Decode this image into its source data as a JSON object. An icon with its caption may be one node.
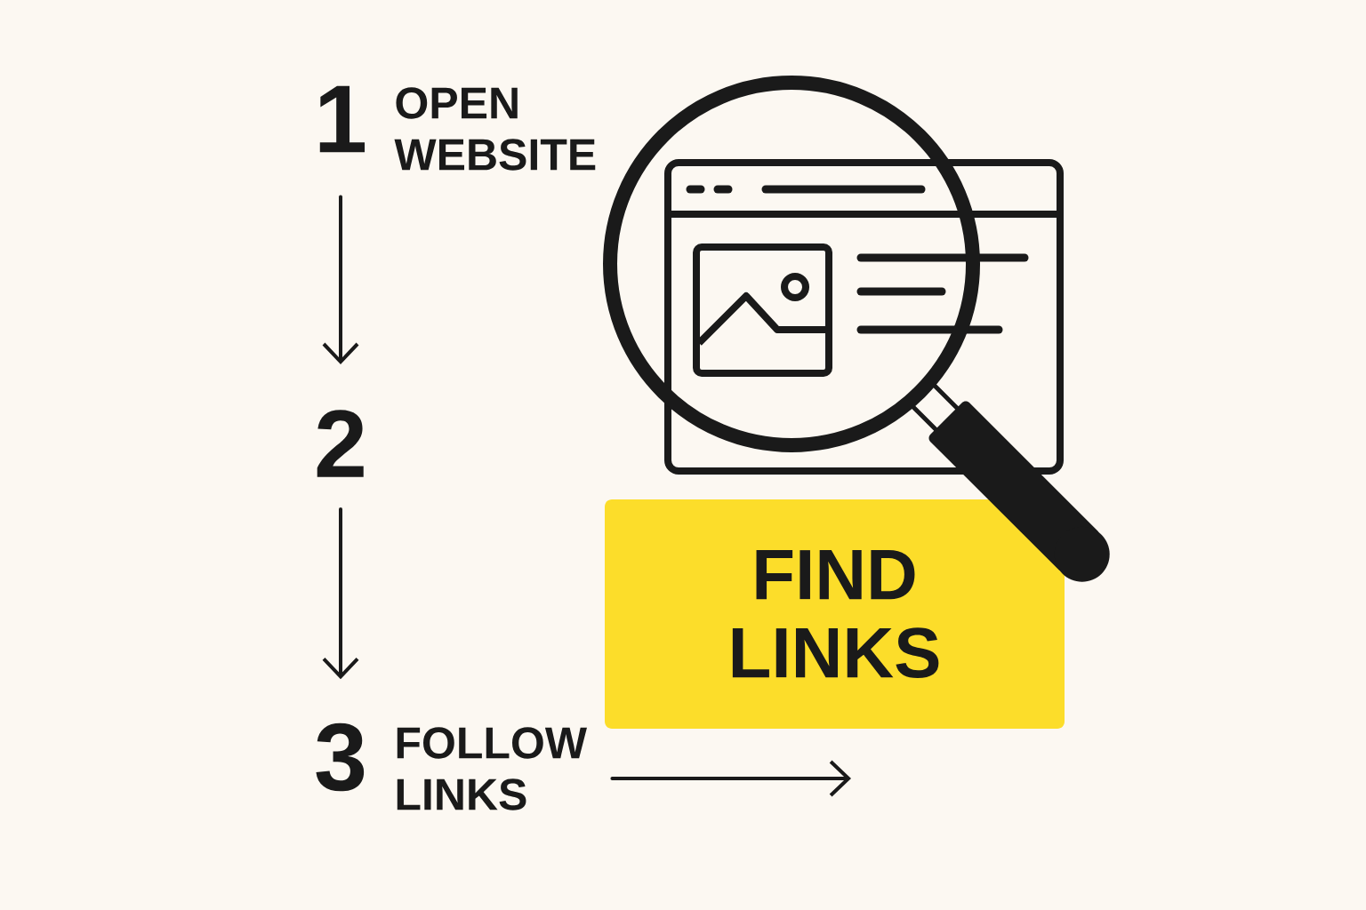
{
  "diagram": {
    "nodes": [
      {
        "text": [
          "1",
          "OPEN WEBSITE"
        ]
      },
      {
        "text": [
          "2"
        ]
      },
      {
        "text": [
          "3",
          "FOLLOW LINKS"
        ]
      },
      {
        "text": [
          "FIND LINKS"
        ]
      }
    ],
    "edges": [
      {
        "from": 0,
        "to": 1,
        "arrow": "to"
      },
      {
        "from": 1,
        "to": 2,
        "arrow": "to"
      },
      {
        "from": 2,
        "to": null,
        "arrow": "to"
      }
    ]
  }
}
